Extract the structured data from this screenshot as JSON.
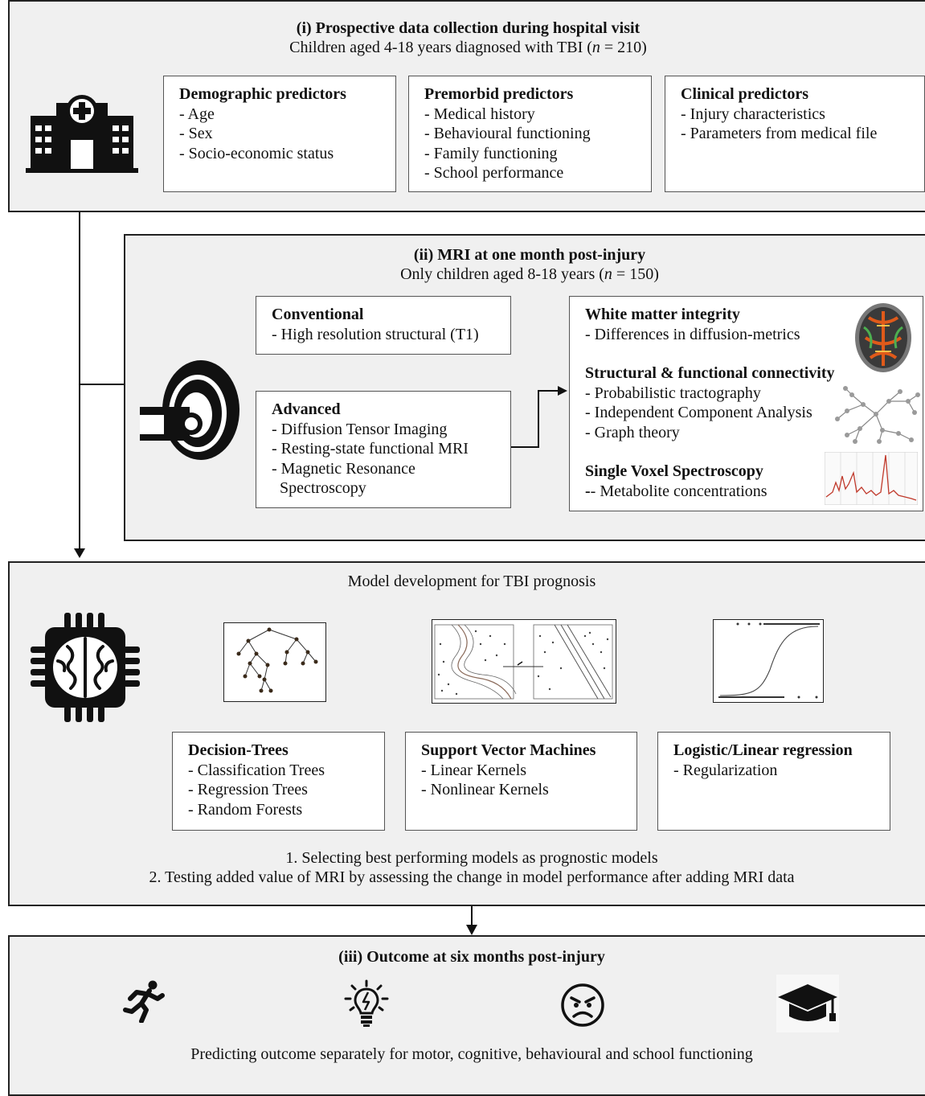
{
  "panel1": {
    "title": "(i) Prospective data collection during hospital visit",
    "subtitle_pre": "Children aged 4-18 years diagnosed with TBI (",
    "subtitle_n": "n",
    "subtitle_post": " = 210)",
    "boxes": [
      {
        "title": "Demographic predictors",
        "items": [
          "- Age",
          "- Sex",
          "- Socio-economic status"
        ]
      },
      {
        "title": "Premorbid predictors",
        "items": [
          "- Medical history",
          "- Behavioural functioning",
          "- Family functioning",
          "- School performance"
        ]
      },
      {
        "title": "Clinical predictors",
        "items": [
          "- Injury characteristics",
          "- Parameters from medical file"
        ]
      }
    ]
  },
  "panel2": {
    "title": "(ii) MRI at one month post-injury",
    "subtitle_pre": "Only children aged 8-18 years (",
    "subtitle_n": "n",
    "subtitle_post": " = 150)",
    "conventional": {
      "title": "Conventional",
      "items": [
        "- High resolution structural (T1)"
      ]
    },
    "advanced": {
      "title": "Advanced",
      "items": [
        "- Diffusion Tensor Imaging",
        "- Resting-state functional MRI",
        "- Magnetic Resonance",
        "  Spectroscopy"
      ]
    },
    "results": [
      {
        "title": "White matter integrity",
        "items": [
          "- Differences in diffusion-metrics"
        ]
      },
      {
        "title": "Structural & functional connectivity",
        "items": [
          "- Probabilistic tractography",
          "- Independent Component Analysis",
          "- Graph theory"
        ]
      },
      {
        "title": "Single Voxel Spectroscopy",
        "items": [
          "- Metabolite concentrations"
        ]
      }
    ]
  },
  "panel3": {
    "title": "Model development for TBI prognosis",
    "models": [
      {
        "title": "Decision-Trees",
        "items": [
          "- Classification Trees",
          "- Regression Trees",
          "- Random Forests"
        ]
      },
      {
        "title": "Support Vector Machines",
        "items": [
          "- Linear Kernels",
          "- Nonlinear Kernels"
        ]
      },
      {
        "title": "Logistic/Linear regression",
        "items": [
          "- Regularization"
        ]
      }
    ],
    "step1": "1. Selecting best performing models as prognostic models",
    "step2": "2. Testing added value of MRI by assessing the change in model performance after adding MRI data"
  },
  "panel4": {
    "title": "(iii) Outcome at six months post-injury",
    "caption": "Predicting outcome separately for motor, cognitive, behavioural and school functioning",
    "icons": [
      "running-person-icon",
      "lightbulb-icon",
      "angry-face-icon",
      "graduation-cap-icon"
    ]
  }
}
